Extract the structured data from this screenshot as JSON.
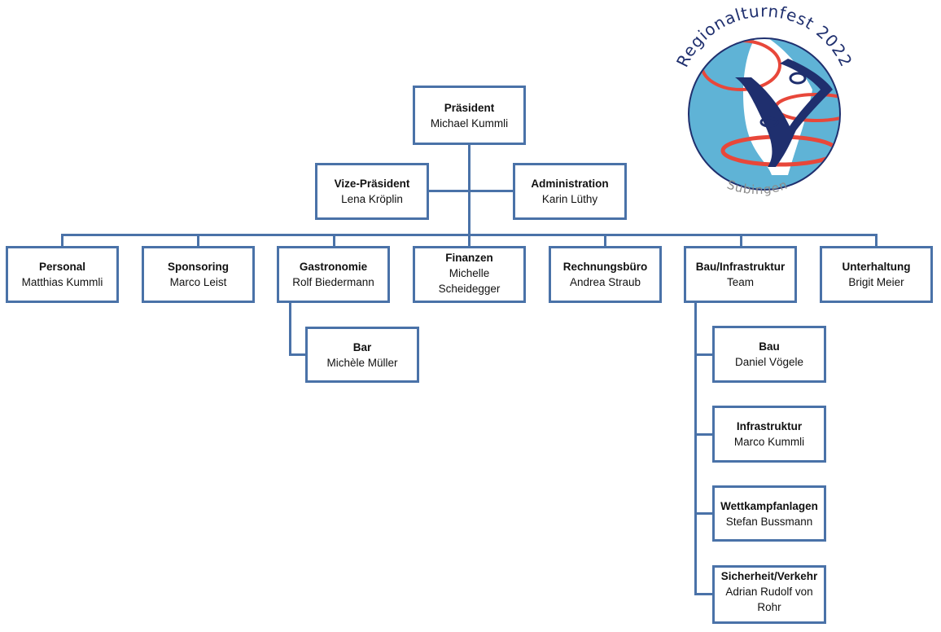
{
  "org_chart": {
    "president": {
      "role": "Präsident",
      "name": "Michael Kummli"
    },
    "vice_president": {
      "role": "Vize-Präsident",
      "name": "Lena Kröplin"
    },
    "administration": {
      "role": "Administration",
      "name": "Karin Lüthy"
    },
    "departments": [
      {
        "role": "Personal",
        "name": "Matthias Kummli"
      },
      {
        "role": "Sponsoring",
        "name": "Marco Leist"
      },
      {
        "role": "Gastronomie",
        "name": "Rolf Biedermann"
      },
      {
        "role": "Finanzen",
        "name": "Michelle Scheidegger"
      },
      {
        "role": "Rechnungsbüro",
        "name": "Andrea Straub"
      },
      {
        "role": "Bau/Infrastruktur",
        "name": "Team"
      },
      {
        "role": "Unterhaltung",
        "name": "Brigit Meier"
      }
    ],
    "gastronomie_sub": [
      {
        "role": "Bar",
        "name": "Michèle Müller"
      }
    ],
    "bau_infrastruktur_sub": [
      {
        "role": "Bau",
        "name": "Daniel Vögele"
      },
      {
        "role": "Infrastruktur",
        "name": "Marco Kummli"
      },
      {
        "role": "Wettkampfanlagen",
        "name": "Stefan Bussmann"
      },
      {
        "role": "Sicherheit/Verkehr",
        "name": "Adrian Rudolf von Rohr"
      }
    ]
  },
  "logo": {
    "title": "Regionalturnfest 2022",
    "location": "Subingen",
    "colors": {
      "circle": "#5fb3d6",
      "navy": "#1f2f6e",
      "red": "#e8473a",
      "location_text": "#8a8a8a"
    }
  },
  "colors": {
    "line": "#4a72a8",
    "box_border": "#4a72a8"
  }
}
